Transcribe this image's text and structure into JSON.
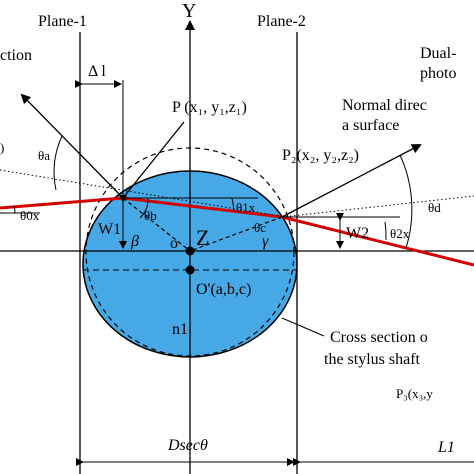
{
  "labels": {
    "plane1": "Plane-1",
    "plane2": "Plane-2",
    "axis_y": "Y",
    "partial_left_top": "ction",
    "partial_left_mid": ")",
    "delta": "Δ l",
    "p1": "P (x₁, y₁,z₁)",
    "p2": "P₂(x₂, y₂,z₂)",
    "dual_line1": "Dual-",
    "dual_line2": "photo",
    "normal_line1": "Normal direc",
    "normal_line2": "a surface",
    "theta_a": "θa",
    "theta_b": "θb",
    "theta_c": "θc",
    "theta_d": "θd",
    "theta_0x": "θ0x",
    "theta_1x": "θ1x",
    "theta_2x": "θ2x",
    "w1": "W1",
    "w2": "W2",
    "beta": "β",
    "gamma": "γ",
    "o_label": "o",
    "z_label": "Z",
    "o_prime": "O'(a,b,c)",
    "n1": "n1",
    "cross_line1": "Cross section o",
    "cross_line2": "the stylus shaft",
    "p3": "P₃(x₃,y",
    "dsec": "Dsecθ",
    "l1": "L1"
  },
  "colors": {
    "ellipse_fill": "#46a8e4",
    "beam": "#d40000",
    "line": "#000000"
  }
}
